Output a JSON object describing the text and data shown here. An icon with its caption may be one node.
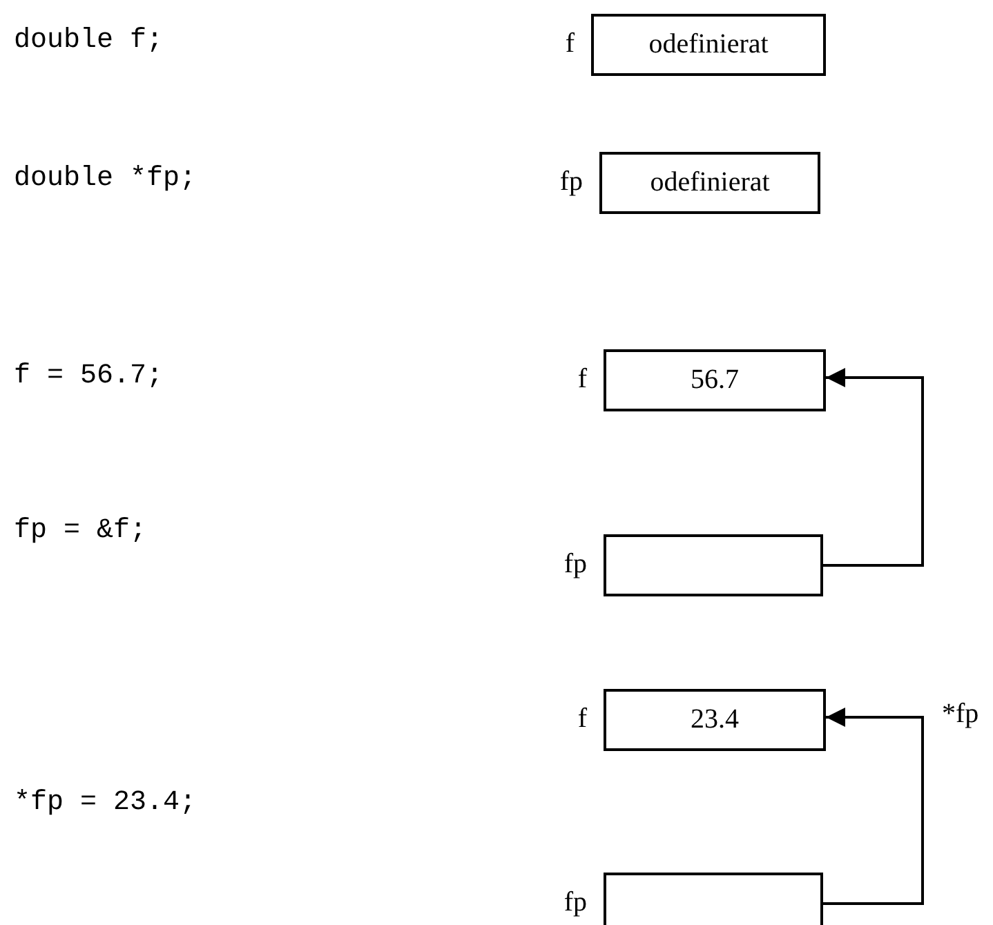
{
  "diagram": {
    "nodes": [
      {
        "text": [
          "odefinierat"
        ],
        "beside": [
          "f"
        ]
      },
      {
        "text": [
          "odefinierat"
        ],
        "beside": [
          "fp"
        ]
      },
      {
        "text": [
          "56.7"
        ],
        "beside": [
          "f"
        ]
      },
      {
        "text": [],
        "shape": "box",
        "beside": [
          "fp"
        ]
      },
      {
        "text": [
          "23.4"
        ],
        "beside": [
          "f"
        ]
      },
      {
        "text": [],
        "shape": "box",
        "beside": [
          "fp"
        ]
      }
    ],
    "edges": [
      {
        "from": 3,
        "to": 2,
        "arrow": "to"
      },
      {
        "from": 5,
        "to": 4,
        "arrow": "to",
        "label": "*fp"
      }
    ],
    "labels": [
      "double f;",
      "double *fp;",
      "f = 56.7;",
      "fp = &f;",
      "*fp = 23.4;"
    ]
  }
}
